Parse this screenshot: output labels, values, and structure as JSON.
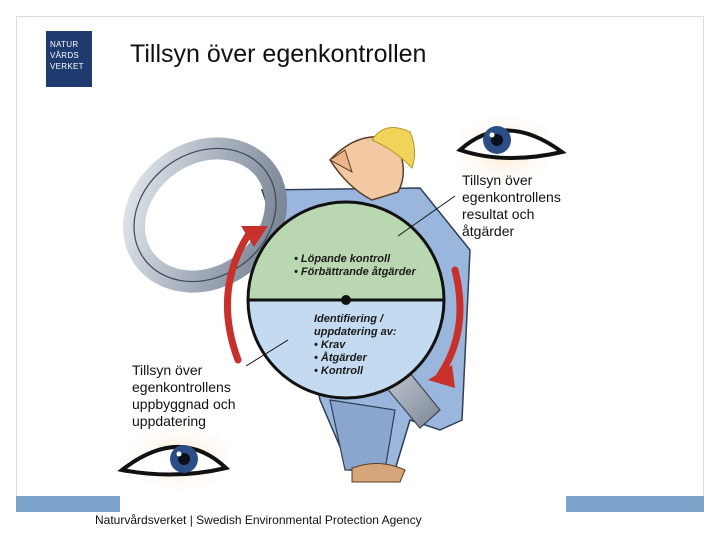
{
  "header": {
    "title": "Tillsyn över egenkontrollen",
    "logo_lines": [
      "NATUR",
      "VÅRDS",
      "VERKET"
    ]
  },
  "diagram": {
    "top_bullets": [
      "• Löpande kontroll",
      "• Förbättrande åtgärder"
    ],
    "bottom_lines": [
      "Identifiering /",
      "uppdatering av:",
      "• Krav",
      "• Åtgärder",
      "• Kontroll"
    ],
    "right_label": [
      "Tillsyn över",
      "egenkontrollens",
      "resultat och",
      "åtgärder"
    ],
    "left_label": [
      "Tillsyn över",
      "egenkontrollens",
      "uppbyggnad och",
      "uppdatering"
    ]
  },
  "footer": {
    "text": "Naturvårdsverket | Swedish Environmental Protection Agency"
  },
  "colors": {
    "accent_bar": "#7ba2c9",
    "circle_top": "#b9d7b0",
    "circle_bottom": "#c3daf0",
    "arrow_red": "#c8312b",
    "logo_bg": "#1f3a6f"
  }
}
